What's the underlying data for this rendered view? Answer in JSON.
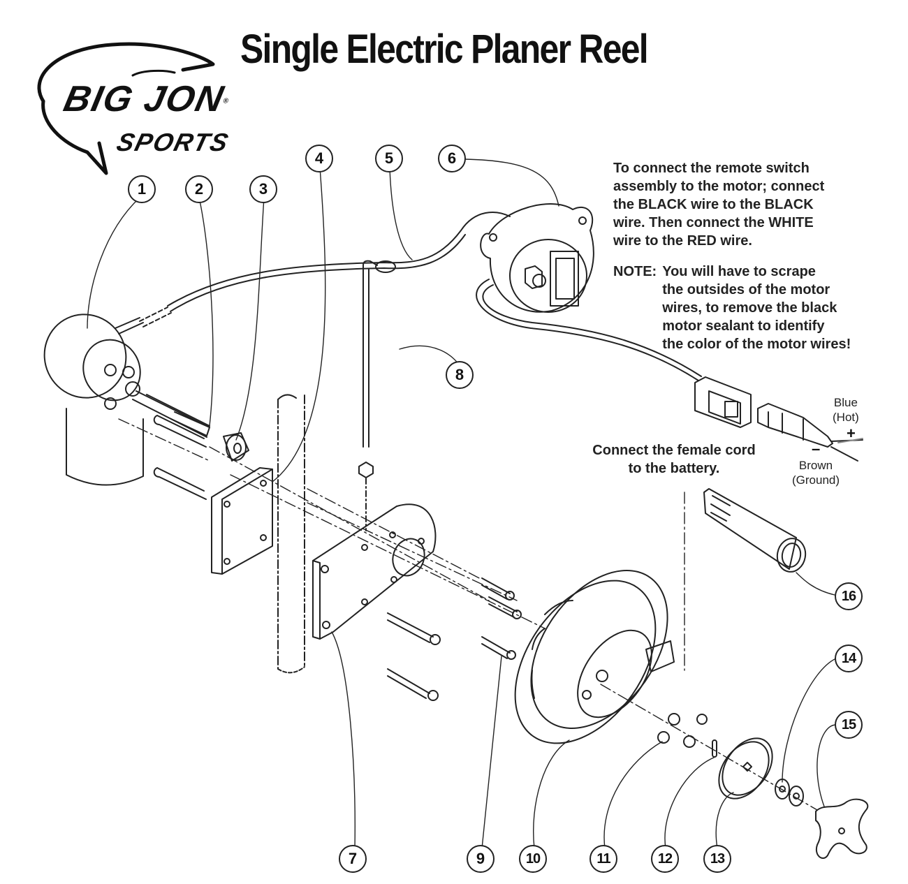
{
  "title": "Single Electric Planer Reel",
  "logo": {
    "brand": "BIG JON",
    "registered": "®",
    "sub": "SPORTS"
  },
  "instructions": {
    "connect_text": "To connect the remote switch\nassembly to the motor; connect\nthe BLACK wire to the BLACK\nwire. Then connect the WHITE\nwire to the RED wire.",
    "note_label": "NOTE:",
    "note_text": "You will have to scrape\nthe outsides of the motor\nwires, to remove the black\nmotor sealant to identify\nthe color of the motor wires!"
  },
  "battery_note": "Connect the female cord\nto the battery.",
  "wire_labels": {
    "positive": {
      "color_name": "Blue\n(Hot)",
      "sign": "+"
    },
    "negative": {
      "color_name": "Brown\n(Ground)",
      "sign": "–"
    }
  },
  "callouts": [
    {
      "number": "1",
      "part": "motor"
    },
    {
      "number": "2",
      "part": "threaded-stud"
    },
    {
      "number": "3",
      "part": "spacer"
    },
    {
      "number": "4",
      "part": "backing-plate"
    },
    {
      "number": "5",
      "part": "motor-wire"
    },
    {
      "number": "6",
      "part": "remote-switch"
    },
    {
      "number": "7",
      "part": "mounting-bracket"
    },
    {
      "number": "8",
      "part": "u-bolt"
    },
    {
      "number": "9",
      "part": "cap-screw"
    },
    {
      "number": "10",
      "part": "spool"
    },
    {
      "number": "11",
      "part": "spool-bushing"
    },
    {
      "number": "12",
      "part": "pin"
    },
    {
      "number": "13",
      "part": "drag-disc"
    },
    {
      "number": "14",
      "part": "washers"
    },
    {
      "number": "15",
      "part": "star-knob"
    },
    {
      "number": "16",
      "part": "battery-plug"
    }
  ]
}
